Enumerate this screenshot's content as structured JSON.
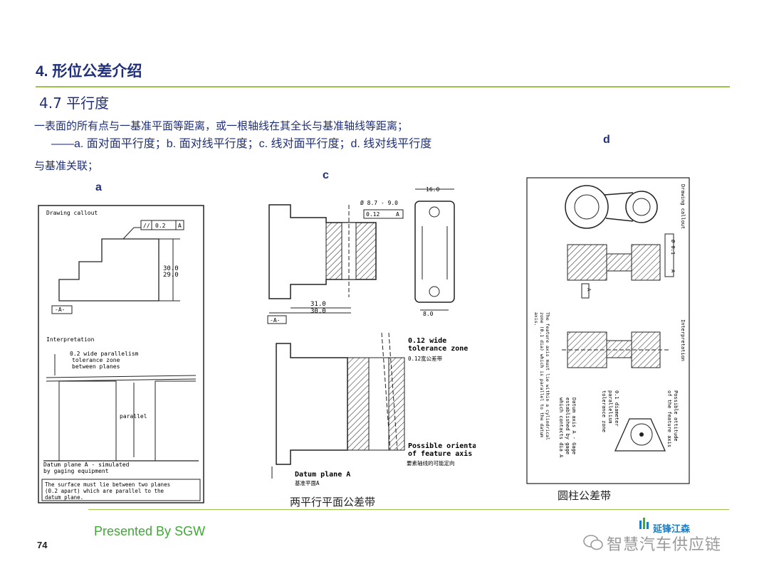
{
  "header": {
    "title": "4. 形位公差介绍",
    "subtitle": "4.7 平行度"
  },
  "body": {
    "line1": "一表面的所有点与一基准平面等距离，或一根轴线在其全长与基准轴线等距离；",
    "line2": "——a. 面对面平行度；b. 面对线平行度；c. 线对面平行度；d. 线对线平行度",
    "line3": "与基准关联；"
  },
  "labels": {
    "a": "a",
    "c": "c",
    "d": "d"
  },
  "figure_a": {
    "callout": "Drawing callout",
    "frame_symbol": "//",
    "frame_value": "0.2",
    "frame_datum": "A",
    "dim_top": "30.0",
    "dim_bottom": "29.0",
    "datum": "-A-",
    "interp": "Interpretation",
    "note1": "0.2 wide parallelism",
    "note2": "tolerance zone",
    "note3": "between planes",
    "parallel": "parallel",
    "datum_note1": "Datum plane A - simulated",
    "datum_note2": "by gaging equipment",
    "foot1": "The surface must lie between two planes",
    "foot2": "(0.2 apart) which are parallel to the",
    "foot3": "datum plane."
  },
  "figure_c": {
    "dia": "Ø 8.7 - 9.0",
    "frame_value": "0.12",
    "frame_datum": "A",
    "width_dim": "16.0",
    "dim31": "31.0",
    "dim30": "30.0",
    "dim8": "8.0",
    "datum": "-A-",
    "zone1": "0.12 wide",
    "zone2": "tolerance zone",
    "zone_cn": "0.12宽公差带",
    "orient1": "Possible orientation",
    "orient2": "of feature axis",
    "orient_cn": "要素轴线的可能定向",
    "datum_plane": "Datum plane A",
    "datum_cn": "基准平面A"
  },
  "figure_d": {
    "callout": "Drawing callout",
    "frame_value": "Ø 0.1",
    "frame_datum": "A",
    "datum": "-A-",
    "interp": "Interpretation",
    "note1": "Possible attitude",
    "note2": "of the feature axis",
    "note3": "0.1 diameter",
    "note4": "parallelism",
    "note5": "tolerance zone",
    "datum_axis1": "Datum axis A - Gage",
    "datum_axis2": "established by gage",
    "datum_axis3": "which contacts dia A",
    "foot1": "The feature axis must lie within a cylindrical",
    "foot2": "zone (0.1 dia) which is parallel to the datum",
    "foot3": "axis."
  },
  "captions": {
    "c": "两平行平面公差带",
    "d": "圆柱公差带"
  },
  "footer": {
    "presenter": "Presented By SGW",
    "page": "74"
  },
  "logo": {
    "name": "延锋江森",
    "watermark": "智慧汽车供应链"
  },
  "colors": {
    "title": "#1f2f7a",
    "rule": "#9dc34a",
    "footer": "#3fa935"
  }
}
